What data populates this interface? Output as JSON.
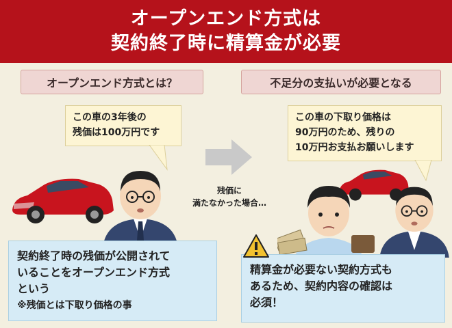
{
  "header": {
    "title_line1": "オープンエンド方式は",
    "title_line2": "契約終了時に精算金が必要"
  },
  "left": {
    "tag": "オープンエンド方式とは？",
    "speech_line1": "この車の3年後の",
    "speech_line2": "残価は100万円です",
    "info_line1": "契約終了時の残価が公開されて",
    "info_line2": "いることをオープンエンド方式",
    "info_line3": "という",
    "info_note": "※残価とは下取り価格の事"
  },
  "middle": {
    "label_line1": "残価に",
    "label_line2": "満たなかった場合…"
  },
  "right": {
    "tag": "不足分の支払いが必要となる",
    "speech_line1": "この車の下取り価格は",
    "speech_line2": "90万円のため、残りの",
    "speech_line3": "10万円お支払お願いします",
    "warning_line1": "精算金が必要ない契約方式も",
    "warning_line2": "あるため、契約内容の確認は",
    "warning_line3": "必須！"
  },
  "colors": {
    "header_red": "#b5121b",
    "panel_bg": "#f3efe0",
    "tag_pink": "#efd6d3",
    "speech_yellow": "#fdf5d4",
    "info_blue": "#d6ebf6",
    "car_red": "#c8141e",
    "suit_navy": "#34466e",
    "warning_yellow": "#f2c230"
  }
}
